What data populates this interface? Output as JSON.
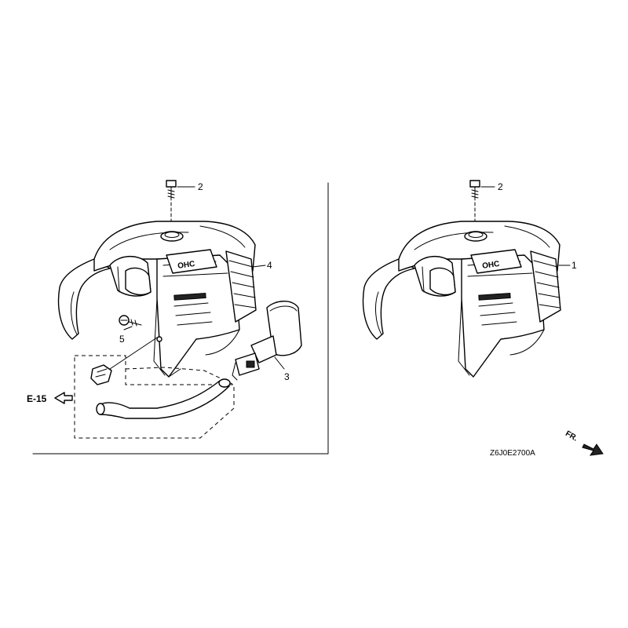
{
  "callouts": {
    "left_bolt": "2",
    "left_cover": "4",
    "left_screw": "5",
    "left_grip": "3",
    "right_bolt": "2",
    "right_cover": "1"
  },
  "cross_ref": "E-15",
  "diagram_code": "Z6J0E2700A",
  "front_marker": "FR.",
  "cover_emblem": "OHC"
}
